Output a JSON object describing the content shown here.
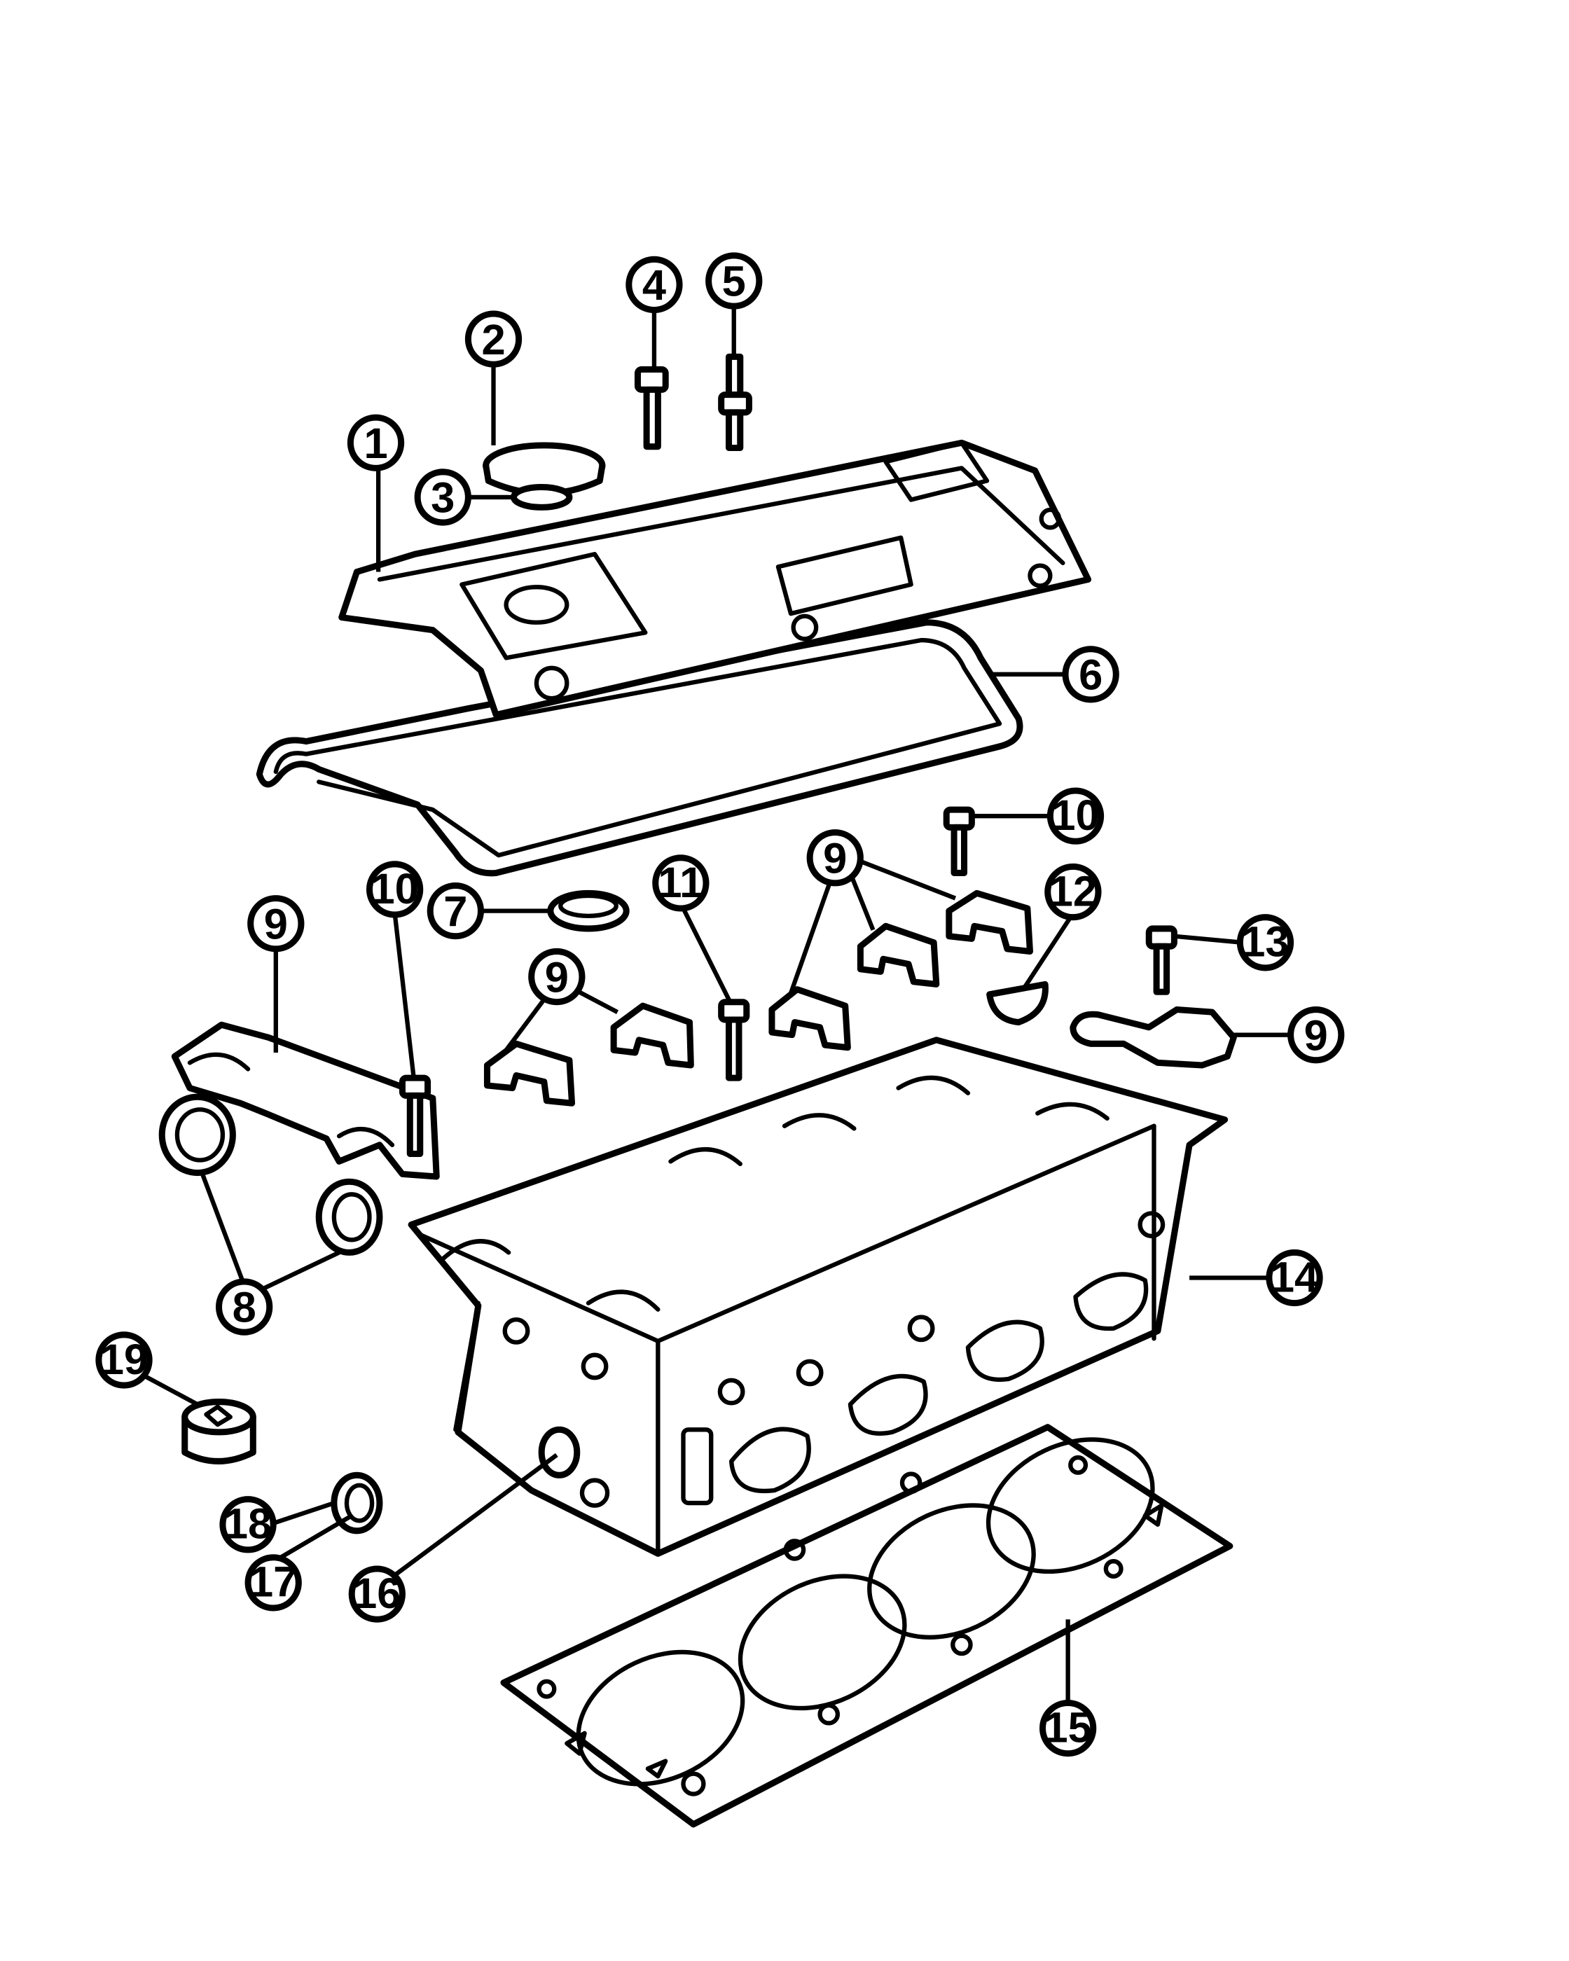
{
  "callouts": [
    {
      "id": "c1",
      "label": "1"
    },
    {
      "id": "c2",
      "label": "2"
    },
    {
      "id": "c3",
      "label": "3"
    },
    {
      "id": "c4",
      "label": "4"
    },
    {
      "id": "c5",
      "label": "5"
    },
    {
      "id": "c6",
      "label": "6"
    },
    {
      "id": "c7",
      "label": "7"
    },
    {
      "id": "c8",
      "label": "8"
    },
    {
      "id": "c9a",
      "label": "9"
    },
    {
      "id": "c9b",
      "label": "9"
    },
    {
      "id": "c9c",
      "label": "9"
    },
    {
      "id": "c9d",
      "label": "9"
    },
    {
      "id": "c10a",
      "label": "10"
    },
    {
      "id": "c10b",
      "label": "10"
    },
    {
      "id": "c11",
      "label": "11"
    },
    {
      "id": "c12",
      "label": "12"
    },
    {
      "id": "c13",
      "label": "13"
    },
    {
      "id": "c14",
      "label": "14"
    },
    {
      "id": "c15",
      "label": "15"
    },
    {
      "id": "c16",
      "label": "16"
    },
    {
      "id": "c17",
      "label": "17"
    },
    {
      "id": "c18",
      "label": "18"
    },
    {
      "id": "c19",
      "label": "19"
    }
  ]
}
